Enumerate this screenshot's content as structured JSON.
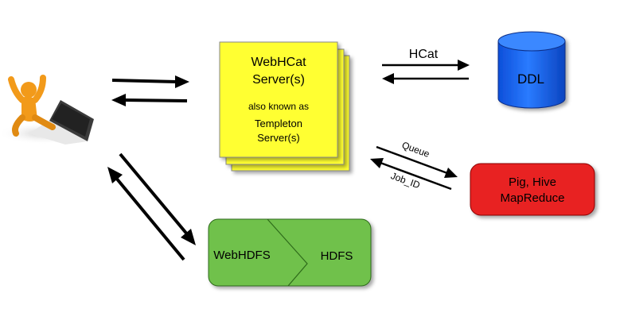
{
  "server": {
    "title_line1": "WebHCat",
    "title_line2": "Server(s)",
    "aka_line1": "also known as",
    "aka_line2": "Templeton",
    "aka_line3": "Server(s)"
  },
  "ddl": {
    "label": "DDL"
  },
  "hcat_arrow": {
    "label": "HCat"
  },
  "queue_arrow": {
    "label": "Queue"
  },
  "jobid_arrow": {
    "label": "Job_ID"
  },
  "engines": {
    "line1": "Pig, Hive",
    "line2": "MapReduce"
  },
  "hdfs_box": {
    "left_label": "WebHDFS",
    "right_label": "HDFS"
  },
  "colors": {
    "server_fill": "#ffff33",
    "ddl_fill": "#1a66ff",
    "engines_fill": "#e82020",
    "hdfs_fill": "#6fc14b",
    "user_figure": "#f29a1a"
  }
}
